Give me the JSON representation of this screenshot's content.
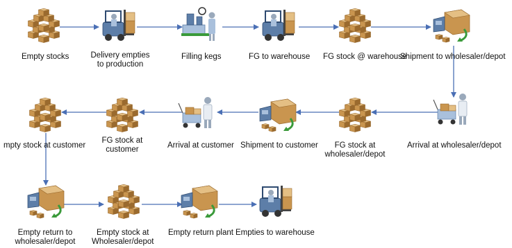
{
  "nodes": [
    {
      "id": "n1",
      "label": "Empty stocks",
      "icon": "boxes-stack-icon"
    },
    {
      "id": "n2",
      "label": "Delivery empties\nto production",
      "icon": "forklift-icon"
    },
    {
      "id": "n3",
      "label": "Filling kegs",
      "icon": "filling-machine-icon"
    },
    {
      "id": "n4",
      "label": "FG to warehouse",
      "icon": "forklift-icon"
    },
    {
      "id": "n5",
      "label": "FG stock @ warehouse",
      "icon": "boxes-stack-icon"
    },
    {
      "id": "n6",
      "label": "Shipment to wholesaler/depot",
      "icon": "delivery-truck-icon"
    },
    {
      "id": "n7",
      "label": "Arrival at wholesaler/depot",
      "icon": "hand-truck-icon"
    },
    {
      "id": "n8",
      "label": "FG stock at\nwholesaler/depot",
      "icon": "boxes-stack-icon"
    },
    {
      "id": "n9",
      "label": "Shipment to customer",
      "icon": "delivery-truck-icon"
    },
    {
      "id": "n10",
      "label": "Arrival at customer",
      "icon": "hand-truck-icon"
    },
    {
      "id": "n11",
      "label": "FG stock at\ncustomer",
      "icon": "boxes-stack-icon"
    },
    {
      "id": "n12",
      "label": "mpty stock at customer",
      "icon": "boxes-stack-icon"
    },
    {
      "id": "n13",
      "label": "Empty return to\nwholesaler/depot",
      "icon": "delivery-truck-icon"
    },
    {
      "id": "n14",
      "label": "Empty stock at\nWholesaler/depot",
      "icon": "boxes-stack-icon"
    },
    {
      "id": "n15",
      "label": "Empty return plant",
      "icon": "delivery-truck-icon"
    },
    {
      "id": "n16",
      "label": "Empties to warehouse",
      "icon": "forklift-icon"
    }
  ],
  "edges": [
    [
      "n1",
      "n2"
    ],
    [
      "n2",
      "n3"
    ],
    [
      "n3",
      "n4"
    ],
    [
      "n4",
      "n5"
    ],
    [
      "n5",
      "n6"
    ],
    [
      "n6",
      "n7"
    ],
    [
      "n7",
      "n8"
    ],
    [
      "n8",
      "n9"
    ],
    [
      "n9",
      "n10"
    ],
    [
      "n10",
      "n11"
    ],
    [
      "n11",
      "n12"
    ],
    [
      "n12",
      "n13"
    ],
    [
      "n13",
      "n14"
    ],
    [
      "n14",
      "n15"
    ],
    [
      "n15",
      "n16"
    ]
  ],
  "colors": {
    "arrow": "#4a6fb5",
    "box": "#c9954f",
    "box_dark": "#9a6a2e",
    "box_light": "#e4bf84",
    "machine": "#5d7ea8",
    "machine_light": "#a9c0dc",
    "person": "#9aa9bb",
    "green": "#3a9a3a"
  }
}
